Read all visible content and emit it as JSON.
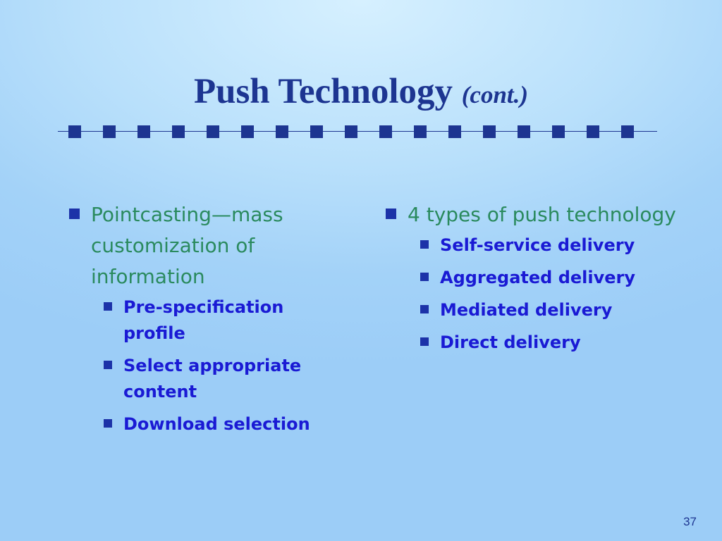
{
  "slide": {
    "title_main": "Push Technology",
    "title_suffix": "(cont.)",
    "accent_color": "#1d3591",
    "text_green": "#2a8a5e",
    "text_blue": "#1a1ad4",
    "page_number": "37"
  },
  "left": {
    "text": "Pointcasting—mass customization of information",
    "items": [
      "Pre-specification profile",
      "Select appropriate content",
      "Download selection"
    ]
  },
  "right": {
    "text": "4 types of push technology",
    "items": [
      "Self-service delivery",
      "Aggregated delivery",
      "Mediated delivery",
      "Direct delivery"
    ]
  }
}
